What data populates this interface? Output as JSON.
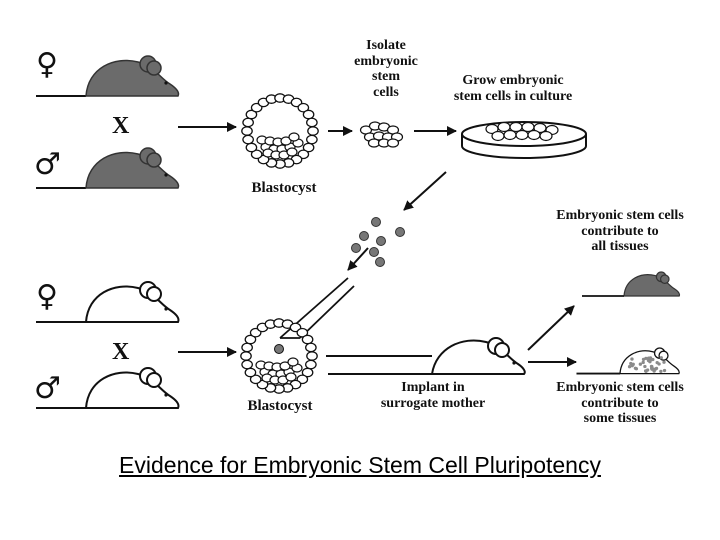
{
  "title": "Evidence for Embryonic Stem Cell Pluripotency",
  "top_row": {
    "female_symbol": "♀",
    "male_symbol": "♂",
    "cross": "X",
    "blastocyst_label": "Blastocyst",
    "isolate_label": [
      "Isolate",
      "embryonic",
      "stem",
      "cells"
    ],
    "grow_label": [
      "Grow embryonic",
      "stem cells in culture"
    ]
  },
  "bottom_row": {
    "female_symbol": "♀",
    "male_symbol": "♂",
    "cross": "X",
    "blastocyst_label": "Blastocyst",
    "implant_label": [
      "Implant in",
      "surrogate mother"
    ]
  },
  "outcomes": {
    "all_tissues_label": [
      "Embryonic stem cells",
      "contribute to",
      "all tissues"
    ],
    "some_tissues_label": [
      "Embryonic stem cells",
      "contribute to",
      "some tissues"
    ]
  },
  "colors": {
    "dark_mouse": "#6b6b6b",
    "white_mouse": "#ffffff",
    "outline": "#111111",
    "speckle": "#8a8a8a"
  }
}
